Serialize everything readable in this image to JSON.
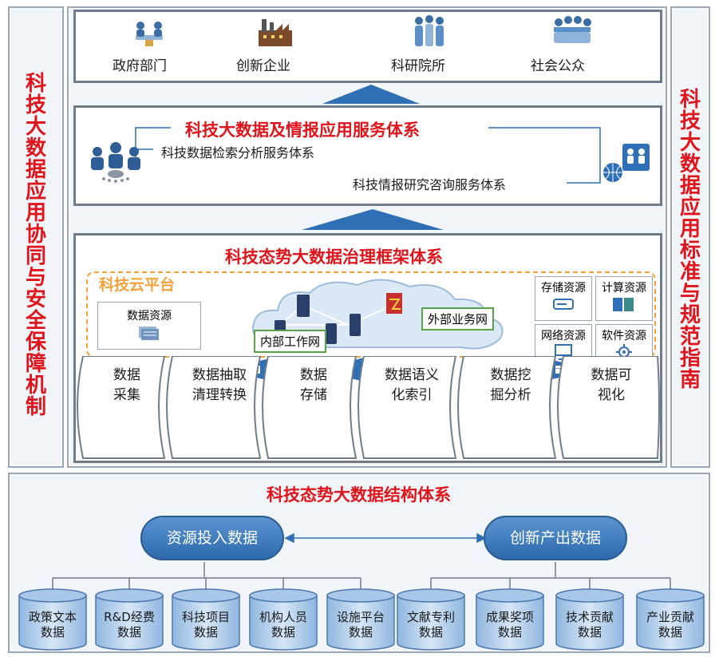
{
  "left_side": {
    "text": "科技大数据应用协同与安全保障机制"
  },
  "right_side": {
    "text": "科技大数据应用标准与规范指南"
  },
  "users": [
    {
      "label": "政府部门",
      "icon": "meeting-icon"
    },
    {
      "label": "创新企业",
      "icon": "factory-icon"
    },
    {
      "label": "科研院所",
      "icon": "researchers-icon"
    },
    {
      "label": "社会公众",
      "icon": "audience-icon"
    }
  ],
  "service": {
    "title": "科技大数据及情报应用服务体系",
    "item1": "科技数据检索分析服务体系",
    "item2": "科技情报研究咨询服务体系"
  },
  "governance": {
    "title": "科技态势大数据治理框架体系",
    "cloud_title": "科技云平台",
    "data_resource": "数据资源",
    "internal_net": "内部工作网",
    "external_net": "外部业务网",
    "resources": [
      "存储资源",
      "计算资源",
      "网络资源",
      "软件资源"
    ],
    "modules": [
      {
        "line1": "数据",
        "line2": "采集"
      },
      {
        "line1": "数据抽取",
        "line2": "清理转换"
      },
      {
        "line1": "数据",
        "line2": "存储"
      },
      {
        "line1": "数据语义",
        "line2": "化索引"
      },
      {
        "line1": "数据挖",
        "line2": "掘分析"
      },
      {
        "line1": "数据可",
        "line2": "视化"
      }
    ]
  },
  "structure": {
    "title": "科技态势大数据结构体系",
    "input_label": "资源投入数据",
    "output_label": "创新产出数据",
    "items": [
      {
        "line1": "政策文本",
        "line2": "数据"
      },
      {
        "line1": "R&D经费",
        "line2": "数据"
      },
      {
        "line1": "科技项目",
        "line2": "数据"
      },
      {
        "line1": "机构人员",
        "line2": "数据"
      },
      {
        "line1": "设施平台",
        "line2": "数据"
      },
      {
        "line1": "文献专利",
        "line2": "数据"
      },
      {
        "line1": "成果奖项",
        "line2": "数据"
      },
      {
        "line1": "技术贡献",
        "line2": "数据"
      },
      {
        "line1": "产业贡献",
        "line2": "数据"
      }
    ]
  },
  "colors": {
    "accent_red": "#e0141b",
    "arrow_blue": "#2f6fb5",
    "cloud_border": "#f2a23a",
    "net_border": "#59a24c"
  }
}
